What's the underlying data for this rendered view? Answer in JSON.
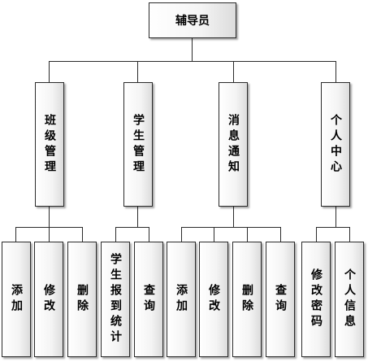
{
  "root": {
    "label": "辅导员"
  },
  "modules": [
    {
      "label": "班级管理",
      "children": [
        "添加",
        "修改",
        "删除"
      ]
    },
    {
      "label": "学生管理",
      "children": [
        "学生报到统计",
        "查询"
      ]
    },
    {
      "label": "消息通知",
      "children": [
        "添加",
        "修改",
        "删除",
        "查询"
      ]
    },
    {
      "label": "个人中心",
      "children": [
        "修改密码",
        "个人信息"
      ]
    }
  ],
  "colors": {
    "line": "#2b2b2b",
    "box_border": "#2b2b2b",
    "box_fill": "#ffffff",
    "box_shade": "#dcdcdc"
  }
}
